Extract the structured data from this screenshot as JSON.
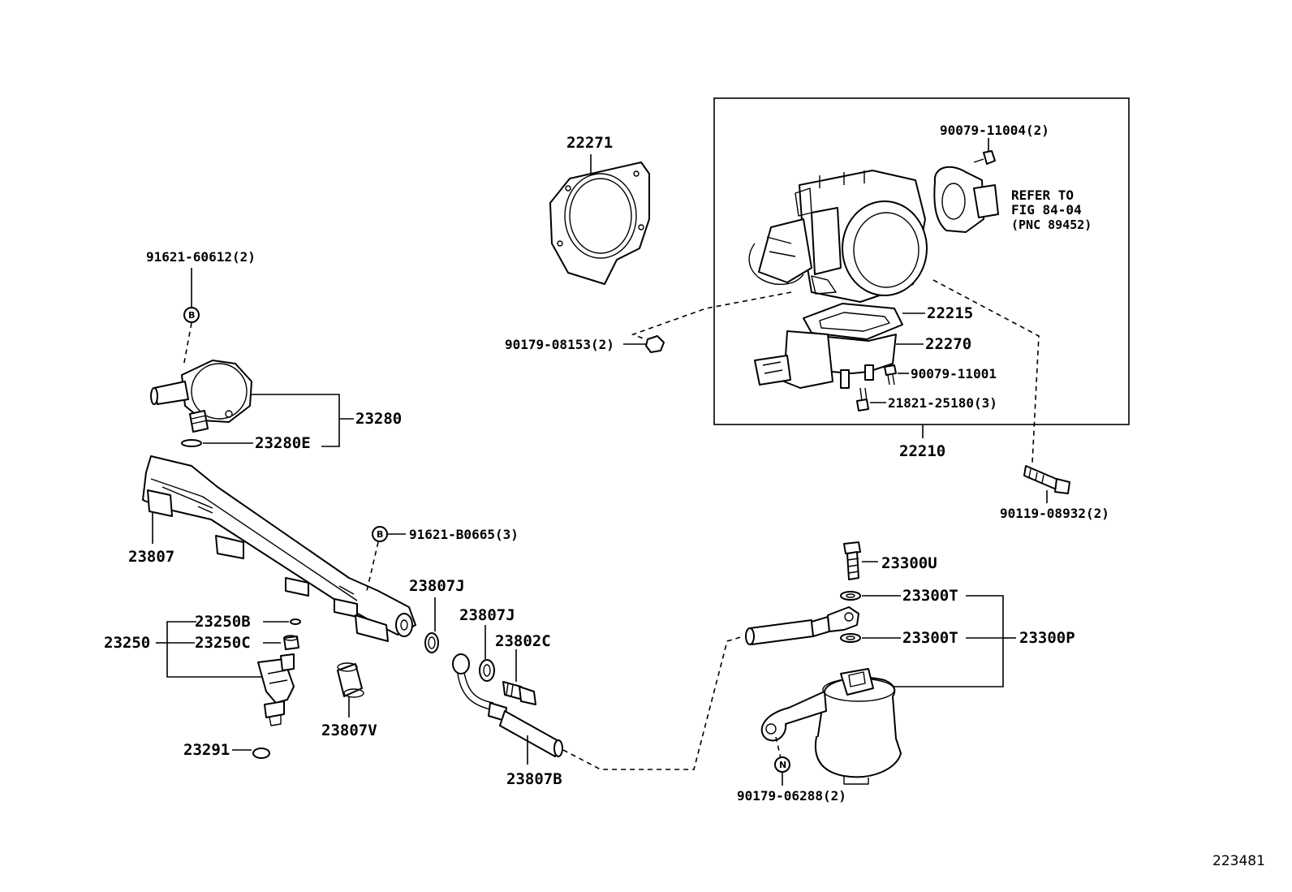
{
  "diagram": {
    "labels": {
      "p22271": "22271",
      "p90079_11004": "90079-11004(2)",
      "refer1": "REFER TO",
      "refer2": "FIG 84-04",
      "refer3": "(PNC 89452)",
      "p22215": "22215",
      "p22270": "22270",
      "p90079_11001": "90079-11001",
      "p21821": "21821-25180(3)",
      "p22210": "22210",
      "p90179_08153": "90179-08153(2)",
      "p90119": "90119-08932(2)",
      "p91621_60612": "91621-60612(2)",
      "p23280": "23280",
      "p23280E": "23280E",
      "p23807": "23807",
      "p91621_B0665": "91621-B0665(3)",
      "p23807J_a": "23807J",
      "p23807J_b": "23807J",
      "p23802C": "23802C",
      "p23250": "23250",
      "p23250B": "23250B",
      "p23250C": "23250C",
      "p23291": "23291",
      "p23807V": "23807V",
      "p23807B": "23807B",
      "p23300U": "23300U",
      "p23300T_a": "23300T",
      "p23300T_b": "23300T",
      "p23300P": "23300P",
      "p90179_06288": "90179-06288(2)",
      "code": "223481"
    },
    "markers": {
      "b1": "B",
      "b2": "B",
      "n1": "N"
    },
    "colors": {
      "ink": "#000000",
      "paper": "#ffffff"
    }
  }
}
